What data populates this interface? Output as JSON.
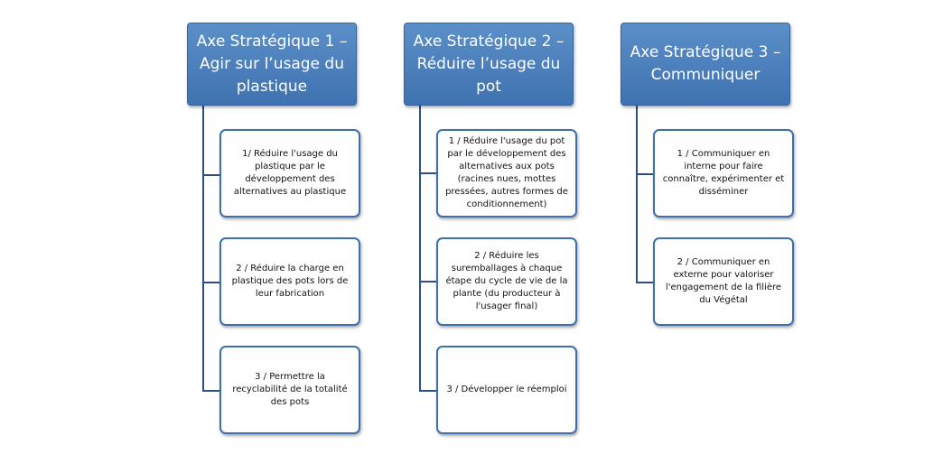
{
  "axes": [
    {
      "title": "Axe Stratégique 1 – Agir sur l’usage du plastique",
      "actions": [
        "1/ Réduire l'usage du plastique par le développement des alternatives au plastique",
        "2 / Réduire la charge en plastique des pots lors de leur fabrication",
        "3 / Permettre la recyclabilité de la totalité des pots"
      ]
    },
    {
      "title": "Axe Stratégique 2 – Réduire l’usage du pot",
      "actions": [
        "1 / Réduire l'usage du pot par le développement des alternatives aux pots (racines nues, mottes pressées, autres formes de conditionnement)",
        "2 / Réduire les suremballages à chaque étape du cycle de vie de la plante (du producteur à l'usager final)",
        "3 / Développer le réemploi"
      ]
    },
    {
      "title": "Axe Stratégique 3 – Communiquer",
      "actions": [
        "1 / Communiquer en interne pour faire connaître, expérimenter et disséminer",
        "2 / Communiquer en externe pour valoriser l'engagement de la filière du Végétal"
      ]
    }
  ],
  "colors": {
    "header_fill": "#4a7fbe",
    "box_border": "#3e6fae",
    "connector": "#2e5080"
  }
}
